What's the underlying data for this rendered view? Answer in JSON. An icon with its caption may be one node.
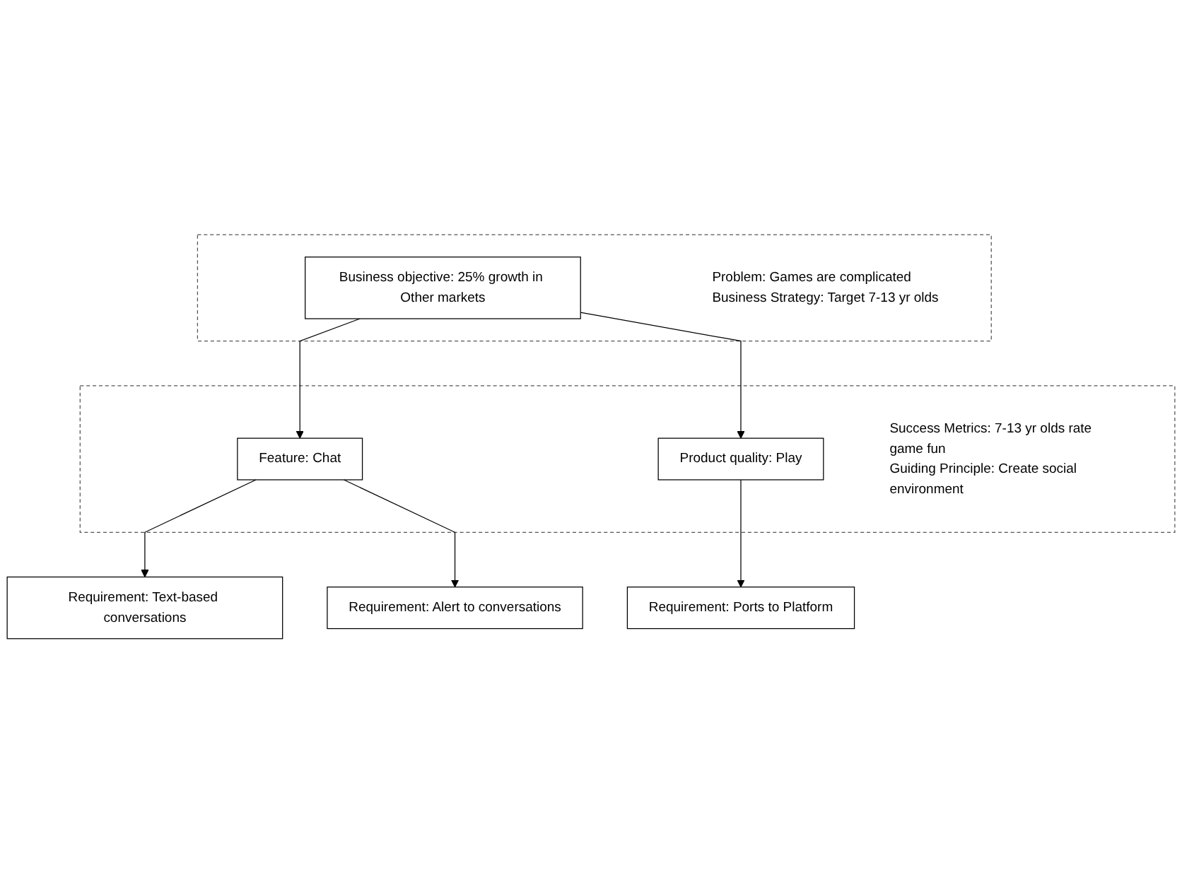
{
  "diagram": {
    "nodes": [
      {
        "text": [
          "Problem: Games are complicated",
          "Business Strategy: Target 7-13 yr olds"
        ]
      },
      {
        "text": [
          "Business objective: 25% growth in Other markets"
        ],
        "in": 0
      },
      {
        "text": [
          "Success Metrics: 7-13 yr olds rate game fun",
          "Guiding Principle: Create social environment"
        ]
      },
      {
        "text": [
          "Feature: Chat"
        ],
        "in": 2
      },
      {
        "text": [
          "Product quality: Play"
        ],
        "in": 2
      },
      {
        "text": [
          "Requirement: Text-based conversations"
        ]
      },
      {
        "text": [
          "Requirement: Alert to conversations"
        ]
      },
      {
        "text": [
          "Requirement: Ports to Platform"
        ]
      }
    ],
    "edges": [
      {
        "from": 1,
        "to": 3,
        "arrow": "to"
      },
      {
        "from": 1,
        "to": 4,
        "arrow": "to"
      },
      {
        "from": 3,
        "to": 5,
        "arrow": "to"
      },
      {
        "from": 3,
        "to": 6,
        "arrow": "to"
      },
      {
        "from": 4,
        "to": 7,
        "arrow": "to"
      }
    ]
  }
}
